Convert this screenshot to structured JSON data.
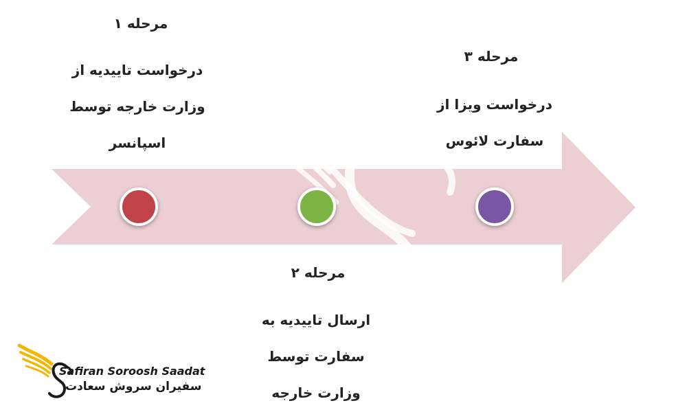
{
  "diagram": {
    "arrow_color": "#ebcfd2",
    "stages": [
      {
        "title": "مرحله ۱",
        "description": "درخواست تاییدیه از\nوزارت خارجه توسط\nاسپانسر",
        "color": "#c0434a"
      },
      {
        "title": "مرحله ۲",
        "description": "ارسال تاییدیه به\nسفارت توسط\nوزارت خارجه",
        "color": "#7cb342"
      },
      {
        "title": "مرحله ۳",
        "description": "درخواست ویزا از\nسفارت لائوس",
        "color": "#7b57a3"
      }
    ]
  },
  "logo": {
    "name_en": "Safiran Soroosh Saadat",
    "name_fa": "سفیران سروش سعادت",
    "accent_color": "#f2b705"
  }
}
